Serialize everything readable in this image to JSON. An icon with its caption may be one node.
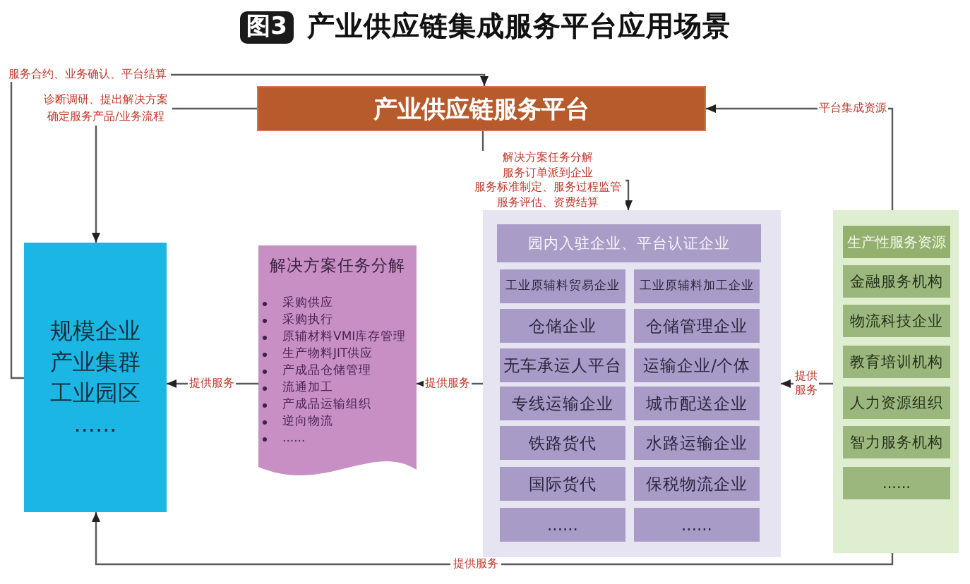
{
  "diagram": {
    "title": "产业供应链集成服务平台应用场景",
    "nodes": [
      {
        "text": [
          "产业供应链服务平台"
        ]
      },
      {
        "text": [
          "规模企业",
          "产业集群",
          "工业园区",
          "......"
        ]
      },
      {
        "text": [
          "解决方案任务分解",
          "采购供应",
          "采购执行",
          "原辅材料VMI库存管理",
          "生产物料JIT供应",
          "产成品仓储管理",
          "流通加工",
          "产成品运输组织",
          "逆向物流",
          "......"
        ]
      },
      {
        "text": [],
        "shape": "box"
      },
      {
        "text": [
          "园内入驻企业、平台认证企业"
        ],
        "in": 3
      },
      {
        "text": [
          "工业原辅料贸易企业"
        ],
        "in": 3
      },
      {
        "text": [
          "工业原辅料加工企业"
        ],
        "in": 3
      },
      {
        "text": [
          "仓储企业"
        ],
        "in": 3
      },
      {
        "text": [
          "仓储管理企业"
        ],
        "in": 3
      },
      {
        "text": [
          "无车承运人平台"
        ],
        "in": 3
      },
      {
        "text": [
          "运输企业/个体"
        ],
        "in": 3
      },
      {
        "text": [
          "专线运输企业"
        ],
        "in": 3
      },
      {
        "text": [
          "城市配送企业"
        ],
        "in": 3
      },
      {
        "text": [
          "铁路货代"
        ],
        "in": 3
      },
      {
        "text": [
          "水路运输企业"
        ],
        "in": 3
      },
      {
        "text": [
          "国际货代"
        ],
        "in": 3
      },
      {
        "text": [
          "保税物流企业"
        ],
        "in": 3
      },
      {
        "text": [
          "......"
        ],
        "in": 3
      },
      {
        "text": [
          "......"
        ],
        "in": 3
      },
      {
        "text": [],
        "shape": "box"
      },
      {
        "text": [
          "生产性服务资源"
        ],
        "in": 19
      },
      {
        "text": [
          "金融服务机构"
        ],
        "in": 19
      },
      {
        "text": [
          "物流科技企业"
        ],
        "in": 19
      },
      {
        "text": [
          "教育培训机构"
        ],
        "in": 19
      },
      {
        "text": [
          "人力资源组织"
        ],
        "in": 19
      },
      {
        "text": [
          "智力服务机构"
        ],
        "in": 19
      },
      {
        "text": [
          "......"
        ],
        "in": 19
      }
    ],
    "edges": [
      {
        "from": 1,
        "to": 0,
        "arrow": "to",
        "label": "服务合约、业务确认、平台结算"
      },
      {
        "from": 0,
        "to": 1,
        "arrow": "to",
        "label": "诊断调研、提出解决方案确定服务产品/业务流程"
      },
      {
        "from": 0,
        "to": 3,
        "arrow": "to",
        "label": "解决方案任务分解服务订单派到企业服务标准制定、服务过程监管服务评估、资费结算"
      },
      {
        "from": 19,
        "to": 0,
        "arrow": "to",
        "label": "平台集成资源"
      },
      {
        "from": 3,
        "to": 2,
        "arrow": "to",
        "label": "提供服务"
      },
      {
        "from": 2,
        "to": 1,
        "arrow": "to",
        "label": "提供服务"
      },
      {
        "from": 19,
        "to": 3,
        "arrow": "to",
        "label": "提供服务"
      },
      {
        "from": 19,
        "to": 1,
        "arrow": "to",
        "label": "提供服务"
      }
    ],
    "labels": [
      "图3"
    ]
  }
}
